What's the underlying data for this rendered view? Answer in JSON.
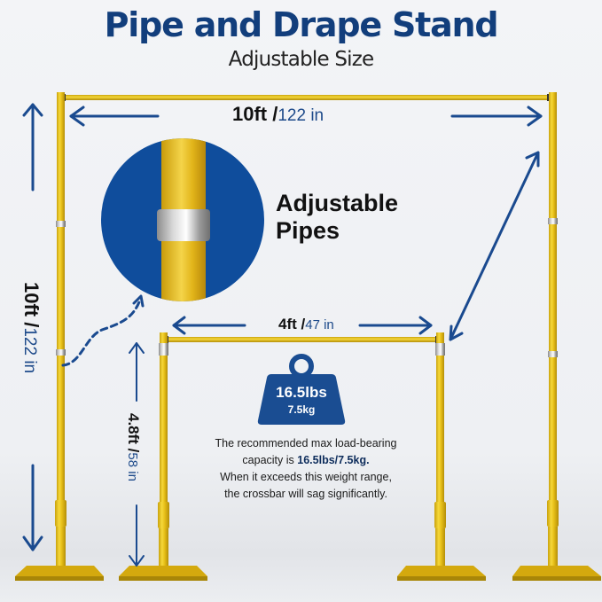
{
  "header": {
    "title": "Pipe and Drape Stand",
    "subtitle": "Adjustable Size"
  },
  "dimensions": {
    "outer_width": {
      "primary": "10ft /",
      "secondary": "122 in"
    },
    "outer_height": {
      "primary": "10ft /",
      "secondary": "122 in"
    },
    "inner_width": {
      "primary": "4ft /",
      "secondary": "47 in"
    },
    "inner_height": {
      "primary": "4.8ft /",
      "secondary": "58 in"
    }
  },
  "callout": {
    "label_line1": "Adjustable",
    "label_line2": "Pipes",
    "icon": "pipe-connector-closeup"
  },
  "weight_badge": {
    "icon": "weight-icon",
    "lbs": "16.5lbs",
    "kg": "7.5kg"
  },
  "note": {
    "line1": "The recommended max load-bearing",
    "line2_prefix": "capacity is ",
    "line2_bold": "16.5lbs/7.5kg.",
    "line3": "When it exceeds this weight range,",
    "line4": "the crossbar will sag significantly."
  },
  "colors": {
    "brand_blue": "#123e7c",
    "arrow_blue": "#1a4a8f",
    "pipe_gold": "#e9c21c",
    "circle_blue": "#0f4d9c"
  }
}
